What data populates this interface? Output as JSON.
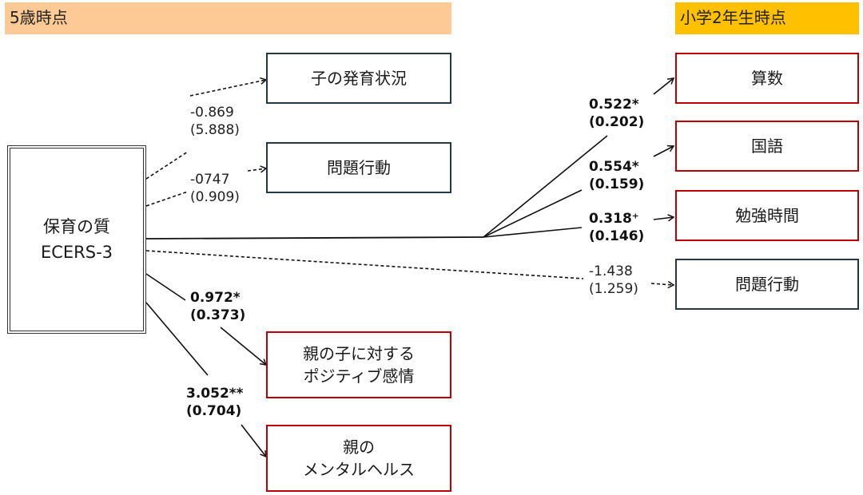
{
  "headers": {
    "left": "5歳時点",
    "right": "小学2年生時点"
  },
  "predictor": {
    "label": "保育の質\nECERS-3"
  },
  "age5_outcomes": [
    {
      "label": "子の発育状況",
      "coef": "-0.869",
      "se": "(5.888)",
      "significant": false
    },
    {
      "label": "問題行動",
      "coef": "-0747",
      "se": "(0.909)",
      "significant": false
    },
    {
      "label": "親の子に対する\nポジティブ感情",
      "coef": "0.972*",
      "se": "(0.373)",
      "significant": true
    },
    {
      "label": "親の\nメンタルヘルス",
      "coef": "3.052**",
      "se": "(0.704)",
      "significant": true
    }
  ],
  "grade2_outcomes": [
    {
      "label": "算数",
      "coef": "0.522*",
      "se": "(0.202)",
      "significant": true
    },
    {
      "label": "国語",
      "coef": "0.554*",
      "se": "(0.159)",
      "significant": true
    },
    {
      "label": "勉強時間",
      "coef": "0.318⁺",
      "se": "(0.146)",
      "significant": true
    },
    {
      "label": "問題行動",
      "coef": "-1.438",
      "se": "(1.259)",
      "significant": false
    }
  ],
  "colors": {
    "significant_border": "#c00000",
    "nonsignificant_border": "#1f3a44",
    "header_left": "#fdc995",
    "header_right": "#ffc000"
  }
}
